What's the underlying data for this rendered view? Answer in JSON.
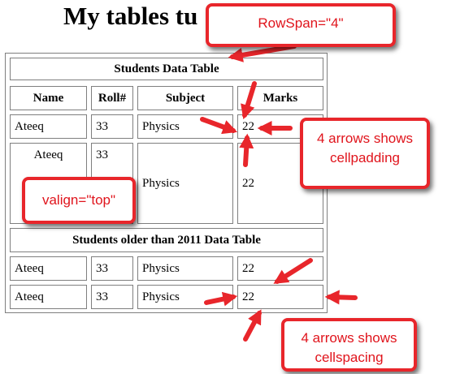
{
  "page": {
    "title": "My tables tu"
  },
  "table": {
    "caption": "Students Data Table",
    "headers": [
      "Name",
      "Roll#",
      "Subject",
      "Marks"
    ],
    "row1": [
      "Ateeq",
      "33",
      "Physics",
      "22"
    ],
    "row2": [
      "Ateeq",
      "33",
      "Physics",
      "22"
    ],
    "section2_caption": "Students older than 2011 Data Table",
    "row3": [
      "Ateeq",
      "33",
      "Physics",
      "22"
    ],
    "row4": [
      "Ateeq",
      "33",
      "Physics",
      "22"
    ]
  },
  "annotations": {
    "rowspan": "RowSpan=\"4\"",
    "valign": "valign=\"top\"",
    "cellpadding": [
      "4 arrows shows",
      "cellpadding"
    ],
    "cellspacing": [
      "4 arrows shows",
      "cellspacing"
    ],
    "color": "#e8262b"
  }
}
